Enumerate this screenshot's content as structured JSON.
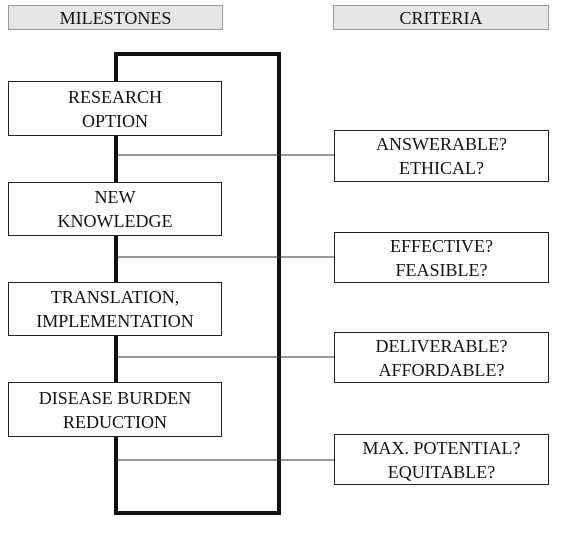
{
  "headers": {
    "milestones": "MILESTONES",
    "criteria": "CRITERIA"
  },
  "milestones": [
    {
      "lines": [
        "RESEARCH",
        "OPTION"
      ]
    },
    {
      "lines": [
        "NEW",
        "KNOWLEDGE"
      ]
    },
    {
      "lines": [
        "TRANSLATION,",
        "IMPLEMENTATION"
      ]
    },
    {
      "lines": [
        "DISEASE BURDEN",
        "REDUCTION"
      ]
    }
  ],
  "criteria": [
    {
      "lines": [
        "ANSWERABLE?",
        "ETHICAL?"
      ]
    },
    {
      "lines": [
        "EFFECTIVE?",
        "FEASIBLE?"
      ]
    },
    {
      "lines": [
        "DELIVERABLE?",
        "AFFORDABLE?"
      ]
    },
    {
      "lines": [
        "MAX. POTENTIAL?",
        "EQUITABLE?"
      ]
    }
  ]
}
